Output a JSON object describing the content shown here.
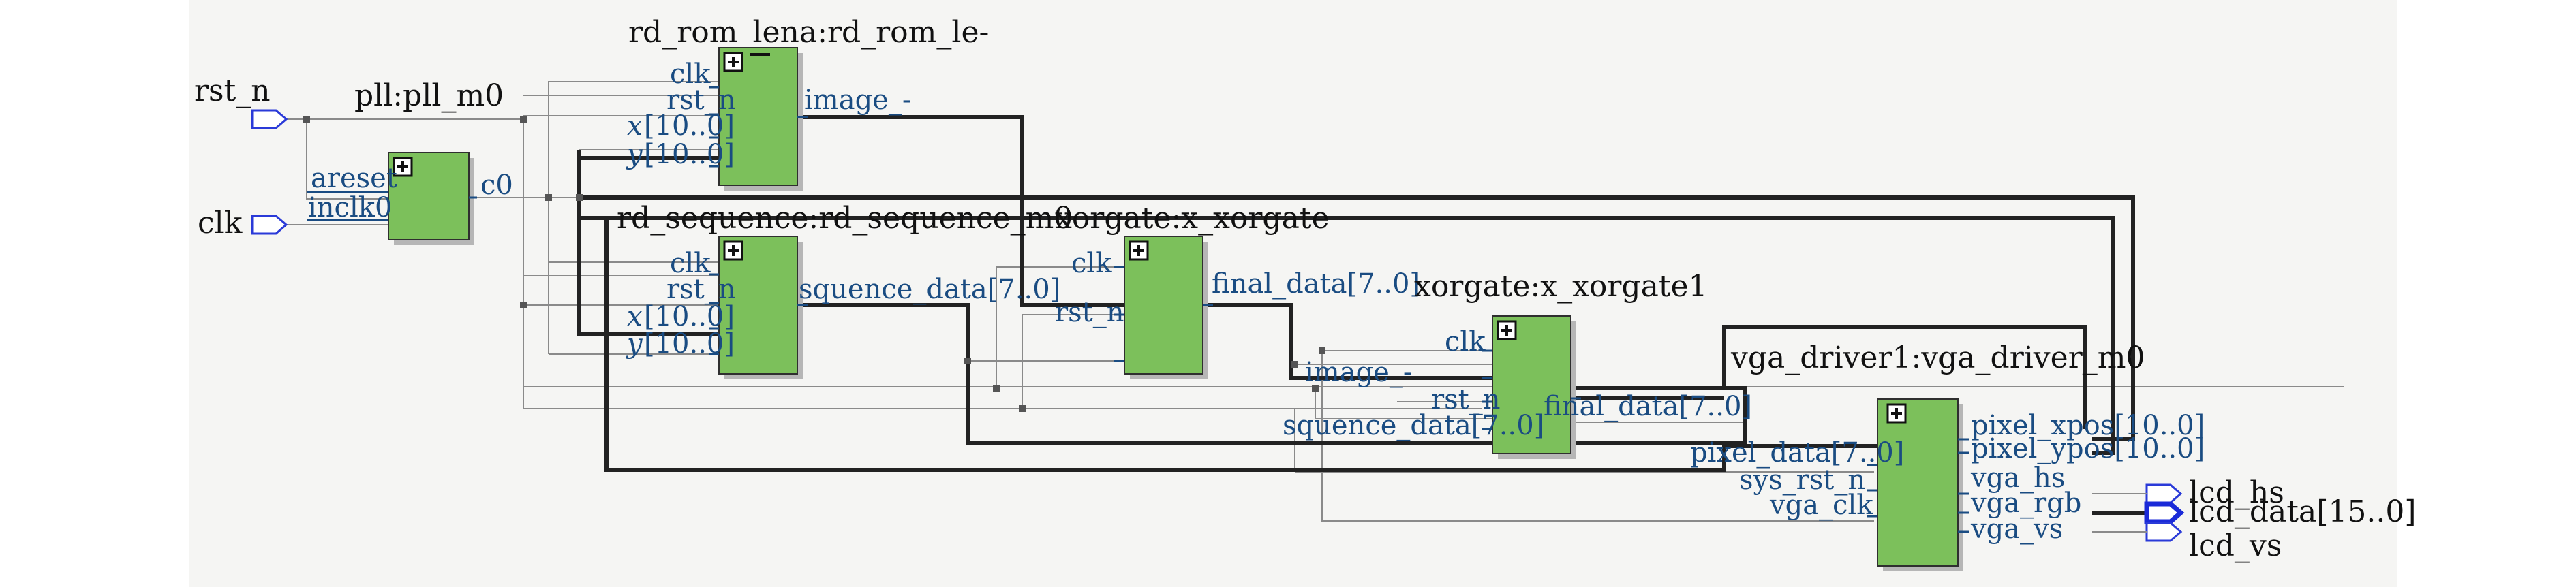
{
  "inputs": {
    "rst_n": "rst_n",
    "clk": "clk"
  },
  "outputs": {
    "lcd_hs": "lcd_hs",
    "lcd_data": "lcd_data[15..0]",
    "lcd_vs": "lcd_vs"
  },
  "pll": {
    "title": "pll:pll_m0",
    "pins": {
      "areset": "areset",
      "inclk0": "inclk0",
      "c0": "c0"
    }
  },
  "rom": {
    "title": "rd_rom_lena:rd_rom_le-",
    "pins": {
      "clk": "clk",
      "rst_n": "rst_n",
      "x": "x",
      "x_range": "[10..0]",
      "y": "y",
      "y_range": "[10..0]",
      "image": "image_-"
    }
  },
  "seq": {
    "title": "rd_sequence:rd_sequence_m0",
    "pins": {
      "clk": "clk",
      "rst_n": "rst_n",
      "x": "x",
      "x_range": "[10..0]",
      "y": "y",
      "y_range": "[10..0]",
      "out": "squence_data[7..0]"
    }
  },
  "xor0": {
    "title": "xorgate:x_xorgate",
    "pins": {
      "clk": "clk",
      "rst_n": "rst_n",
      "out": "final_data[7..0]"
    }
  },
  "xor1": {
    "title": "xorgate:x_xorgate1",
    "pins": {
      "clk": "clk",
      "image": "image_-",
      "rst_n": "rst_n",
      "squence": "squence_data[7..0]",
      "out": "final_data[7..0]"
    }
  },
  "vga": {
    "title": "vga_driver1:vga_driver_m0",
    "pins": {
      "pixel_data": "pixel_data[7..0]",
      "sys_rst_n": "sys_rst_n",
      "vga_clk": "vga_clk",
      "pixel_xpos": "pixel_xpos[10..0]",
      "pixel_ypos": "pixel_ypos[10..0]",
      "vga_hs": "vga_hs",
      "vga_rgb": "vga_rgb",
      "vga_vs": "vga_vs"
    }
  },
  "colors": {
    "block_fill": "#7cc05b",
    "pin_text": "#1a4c82",
    "port_outline": "#2a3ad8",
    "bus_wire": "#222222",
    "thin_wire": "#8a8a8a"
  }
}
